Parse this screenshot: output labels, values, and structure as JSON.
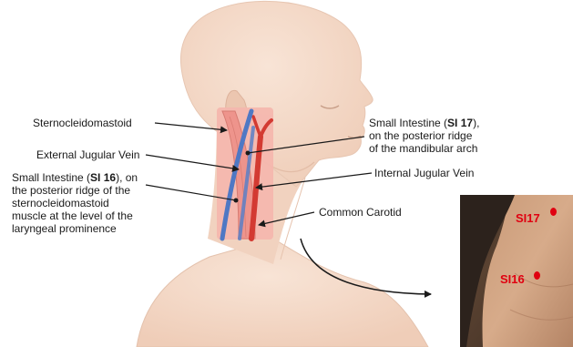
{
  "labels": {
    "scm": "Sternocleidomastoid",
    "ejv": "External Jugular Vein",
    "si16": {
      "pre": "Small Intestine (",
      "code": "SI 16",
      "post": "), on",
      "line2": "the posterior ridge of the",
      "line3": "sternocleidomastoid",
      "line4": "muscle at the level of the",
      "line5": "laryngeal prominence"
    },
    "si17": {
      "pre": "Small Intestine (",
      "code": "SI 17",
      "post": "),",
      "line2": "on the posterior ridge",
      "line3": "of the mandibular arch"
    },
    "ijv": "Internal Jugular Vein",
    "carotid": "Common Carotid"
  },
  "photo": {
    "point_top": "SI17",
    "point_bottom": "SI16"
  },
  "colors": {
    "skin": "#f3d8c6",
    "skin_shadow": "#e6bfa9",
    "muscle": "#ef9c95",
    "artery": "#d33a32",
    "vein": "#4f78c4",
    "accent_red": "#e00010"
  }
}
